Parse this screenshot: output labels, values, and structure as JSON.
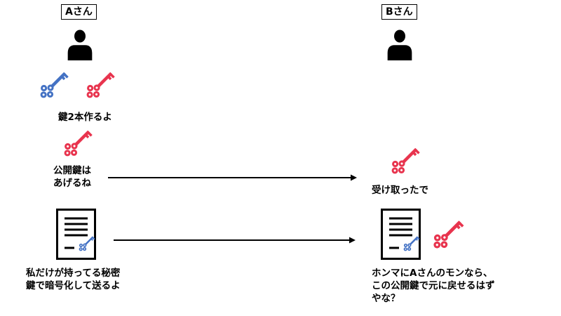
{
  "participants": {
    "a": {
      "name": "Aさん"
    },
    "b": {
      "name": "Bさん"
    }
  },
  "steps": {
    "a_make_keys": "鍵2本作るよ",
    "a_give_public": "公開鍵は\nあげるね",
    "b_received": "受け取ったで",
    "a_send_encrypted": "私だけが持ってる秘密\n鍵で暗号化して送るよ",
    "b_decrypt": "ホンマにAさんのモンなら、\nこの公開鍵で元に戻せるはず\nやな？"
  },
  "icons": {
    "person": "person-icon",
    "public_key": "red-key-icon",
    "private_key": "blue-key-icon",
    "document": "document-icon",
    "arrow": "arrow-right-icon"
  },
  "colors": {
    "public_key": "#e8344e",
    "private_key": "#4472c4",
    "ink": "#000000"
  }
}
